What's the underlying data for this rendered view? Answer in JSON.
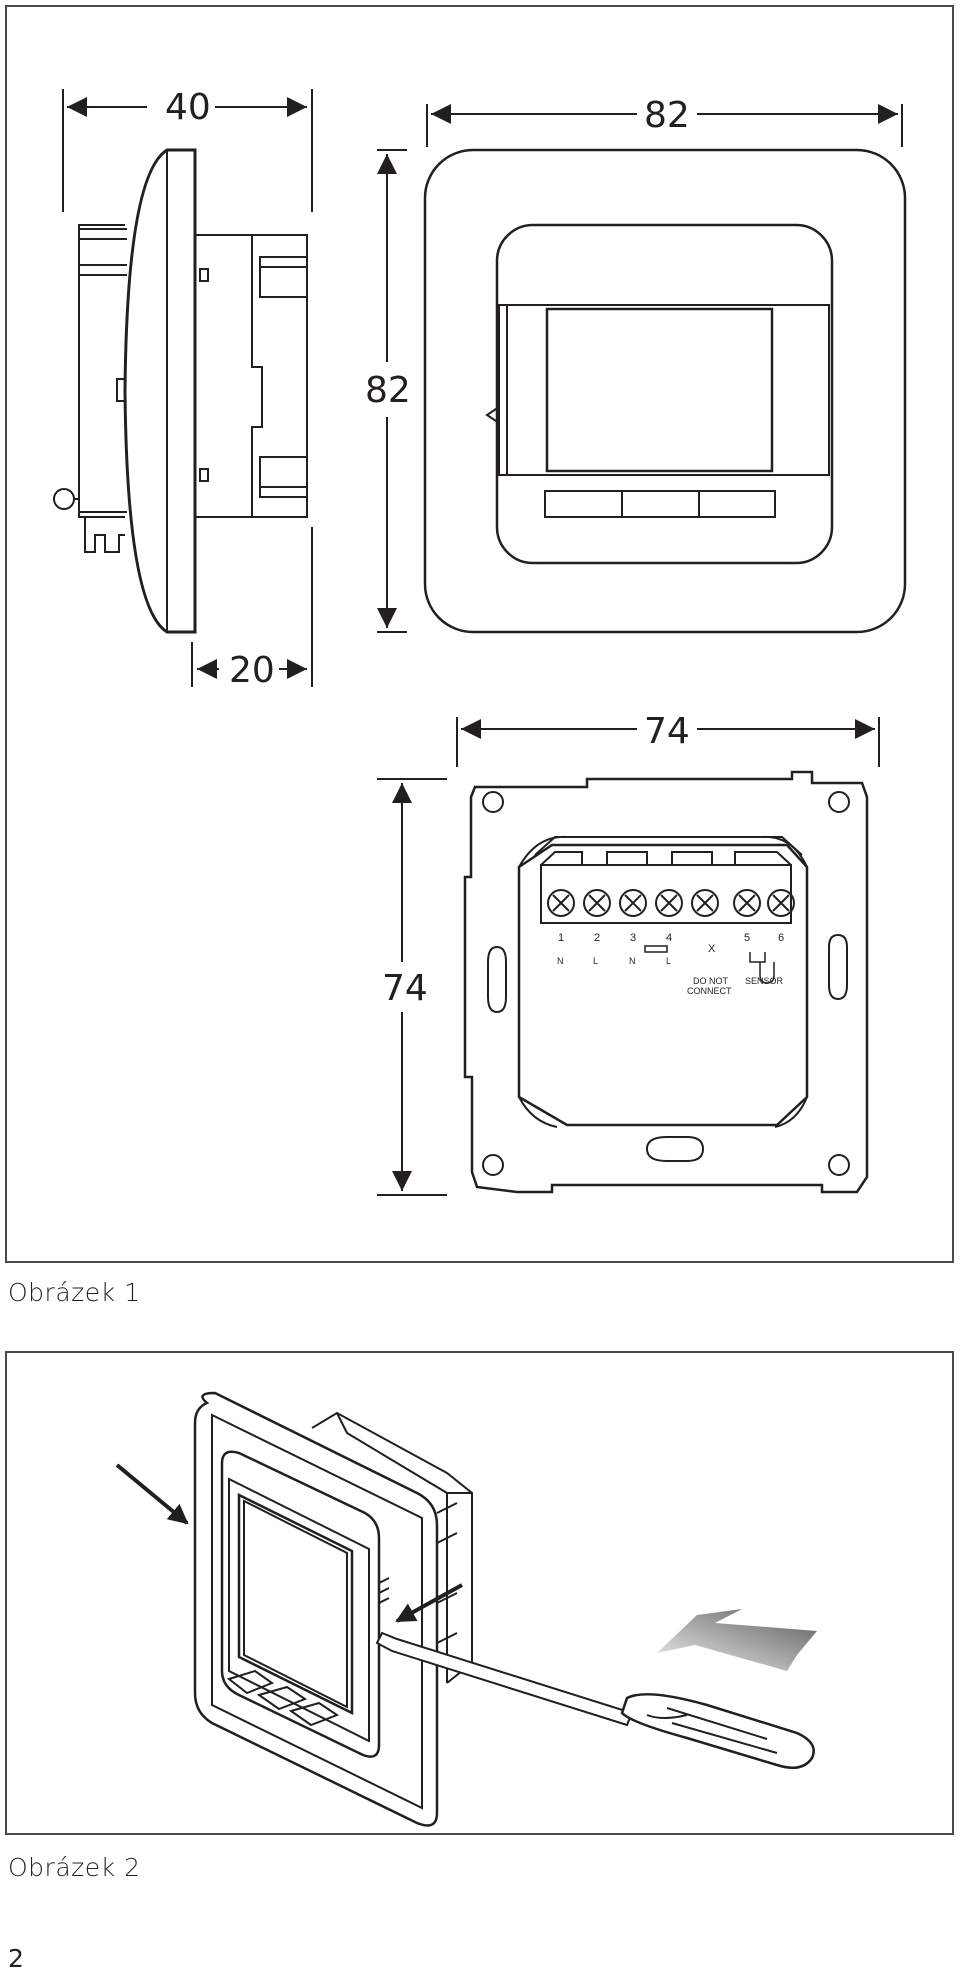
{
  "figure1": {
    "caption": "Obrázek 1",
    "dims": {
      "side_depth_total": "40",
      "side_depth_body": "20",
      "front_width": "82",
      "front_height": "82",
      "back_width": "74",
      "back_height": "74"
    },
    "terminals": {
      "numbers": [
        "1",
        "2",
        "3",
        "4",
        "X",
        "5",
        "6"
      ],
      "sub_labels": [
        "N",
        "L",
        "N",
        "L"
      ],
      "do_not_connect": [
        "DO NOT",
        "CONNECT"
      ],
      "sensor": "SENSOR"
    }
  },
  "figure2": {
    "caption": "Obrázek 2"
  },
  "page_number": "2",
  "colors": {
    "line": "#231f20",
    "frame": "#4a4a4a"
  }
}
